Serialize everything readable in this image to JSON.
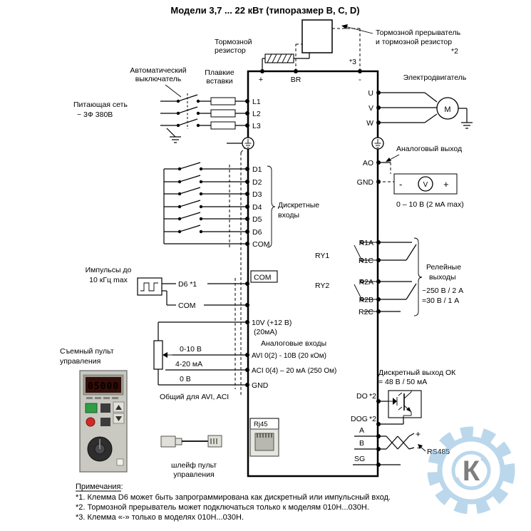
{
  "title": "Модели 3,7 ... 22 кВт (типоразмер B, C, D)",
  "top": {
    "resistor1": "Тормозной",
    "resistor2": "резистор",
    "chopper1": "Тормозной прерыватель",
    "chopper2": "и тормозной резистор",
    "chopper_ref": "*2",
    "star3": "*3",
    "plus": "+",
    "br": "BR",
    "minus": "-"
  },
  "left": {
    "breaker1": "Автоматический",
    "breaker2": "выключатель",
    "fuses1": "Плавкие",
    "fuses2": "вставки",
    "supply1": "Питающая сеть",
    "supply2": "~ 3Ф 380В",
    "l1": "L1",
    "l2": "L2",
    "l3": "L3",
    "d1": "D1",
    "d2": "D2",
    "d3": "D3",
    "d4": "D4",
    "d5": "D5",
    "d6": "D6",
    "com": "COM",
    "di1": "Дискретные",
    "di2": "входы",
    "pulses1": "Импульсы до",
    "pulses2": "10 кГц max",
    "d6_pulse": "D6  *1",
    "com_pulse": "COM",
    "com_box": "COM",
    "v10": "10V  (+12 В)",
    "v10b": "(20мА)",
    "ai_header": "Аналоговые входы",
    "avi": "AVI  0(2) - 10В (20 кОм)",
    "aci": "ACI  0(4) – 20 мА (250 Ом)",
    "gnd": "GND",
    "r010": "0-10 В",
    "r420": "4-20 мА",
    "r0v": "0 В",
    "common": "Общий для AVI, ACI",
    "panel1": "Съемный пульт",
    "panel2": "управления",
    "cable1": "шлейф пульт",
    "cable2": "управления",
    "rj45": "Rj45"
  },
  "right": {
    "motor": "Электродвигатель",
    "m": "М",
    "u": "U",
    "v": "V",
    "w": "W",
    "ao": "AO",
    "gnd": "GND",
    "aout": "Аналоговый выход",
    "vminus": "-",
    "vletter": "V",
    "vplus": "+",
    "aout_range": "0 – 10 В (2 мА max)",
    "r1a": "R1A",
    "r1c": "R1C",
    "r2a": "R2A",
    "r2b": "R2B",
    "r2c": "R2C",
    "ry1": "RY1",
    "ry2": "RY2",
    "relay1": "Релейные",
    "relay2": "выходы",
    "rating1": "~250 В / 2 А",
    "rating2": "=30 В / 1 А",
    "dout1": "Дискретный выход ОК",
    "dout2": "= 48 В / 50 мА",
    "do_label": "DO",
    "do_ref": "*2",
    "dog": "DOG",
    "dog_ref": "*2",
    "a": "A",
    "b": "B",
    "sg": "SG",
    "plus": "+",
    "minus": "-",
    "rs485": "RS485"
  },
  "keypad": {
    "display": "05000"
  },
  "watermark": {
    "letter": "К"
  },
  "notes": {
    "header": "Примечания:",
    "n1": "*1. Клемма D6 может быть запрограммирована как дискретный или импульсный вход.",
    "n2": "*2. Тормозной прерыватель может подключаться только к моделям 010H...030H.",
    "n3": "*3. Клемма «-» только в моделях 010H...030H."
  },
  "colors": {
    "watermark_blue": "#7ab1d8",
    "display_red": "#ff3b1e",
    "run_green": "#2f9e44",
    "stop_red": "#cf2b24"
  }
}
